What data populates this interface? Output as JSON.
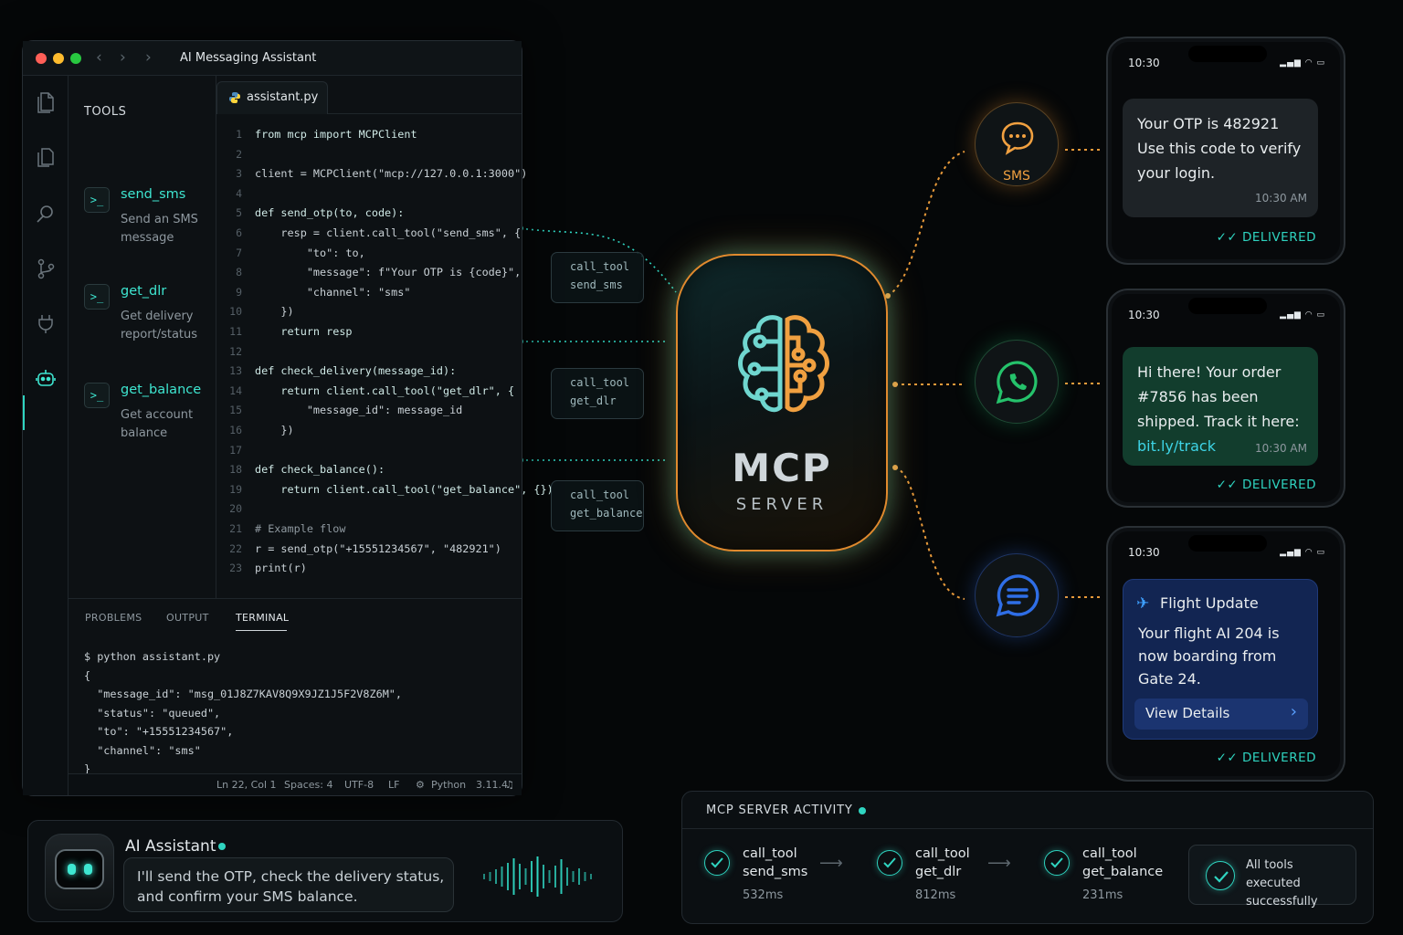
{
  "window": {
    "title": "AI Messaging Assistant"
  },
  "tools": {
    "heading": "TOOLS",
    "items": [
      {
        "icon": ">_",
        "name": "send_sms",
        "description": "Send an SMS message"
      },
      {
        "icon": ">_",
        "name": "get_dlr",
        "description": "Get delivery report/status"
      },
      {
        "icon": ">_",
        "name": "get_balance",
        "description": "Get account balance"
      }
    ]
  },
  "editor": {
    "tab": "assistant.py",
    "lines": [
      "from mcp import MCPClient",
      "",
      "client = MCPClient(\"mcp://127.0.0.1:3000\")",
      "",
      "def send_otp(to, code):",
      "    resp = client.call_tool(\"send_sms\", {",
      "        \"to\": to,",
      "        \"message\": f\"Your OTP is {code}\",",
      "        \"channel\": \"sms\"",
      "    })",
      "    return resp",
      "",
      "def check_delivery(message_id):",
      "    return client.call_tool(\"get_dlr\", {",
      "        \"message_id\": message_id",
      "    })",
      "",
      "def check_balance():",
      "    return client.call_tool(\"get_balance\", {})",
      "",
      "# Example flow",
      "r = send_otp(\"+15551234567\", \"482921\")",
      "print(r)"
    ]
  },
  "panel": {
    "tabs": [
      "PROBLEMS",
      "OUTPUT",
      "TERMINAL"
    ],
    "active_tab": "TERMINAL",
    "terminal": [
      "$ python assistant.py",
      "{",
      "  \"message_id\": \"msg_01J8Z7KAV8Q9X9JZ1J5F2V8Z6M\",",
      "  \"status\": \"queued\",",
      "  \"to\": \"+15551234567\",",
      "  \"channel\": \"sms\"",
      "}"
    ]
  },
  "statusbar": {
    "position": "Ln 22, Col 1",
    "spaces": "Spaces: 4",
    "encoding": "UTF-8",
    "eol": "LF",
    "language": "Python",
    "version": "3.11.4"
  },
  "calls": [
    {
      "label": "call_tool",
      "tool": "send_sms"
    },
    {
      "label": "call_tool",
      "tool": "get_dlr"
    },
    {
      "label": "call_tool",
      "tool": "get_balance"
    }
  ],
  "server": {
    "title": "MCP",
    "subtitle": "SERVER"
  },
  "channels": {
    "sms_label": "SMS"
  },
  "phones": [
    {
      "time": "10:30",
      "message": "Your OTP is 482921 Use this code to verify your login.",
      "message_time": "10:30 AM",
      "status": "DELIVERED"
    },
    {
      "time": "10:30",
      "message_prefix": "Hi there! Your order #7856 has been shipped. Track it here: ",
      "link": "bit.ly/track",
      "message_time": "10:30 AM",
      "status": "DELIVERED"
    },
    {
      "time": "10:30",
      "heading": "Flight Update",
      "message": "Your flight AI 204 is now boarding from Gate 24.",
      "action": "View Details",
      "status": "DELIVERED"
    }
  ],
  "assistant": {
    "name": "AI Assistant",
    "message": "I'll send the OTP, check the delivery status, and confirm your SMS balance."
  },
  "activity": {
    "title": "MCP SERVER ACTIVITY",
    "steps": [
      {
        "label": "call_tool",
        "tool": "send_sms",
        "duration": "532ms"
      },
      {
        "label": "call_tool",
        "tool": "get_dlr",
        "duration": "812ms"
      },
      {
        "label": "call_tool",
        "tool": "get_balance",
        "duration": "231ms"
      }
    ],
    "summary": "All tools executed successfully"
  },
  "colors": {
    "accent": "#2fd4c0",
    "orange": "#e08a2e",
    "whatsapp": "#25c26b",
    "rcs": "#2f6ee6"
  }
}
